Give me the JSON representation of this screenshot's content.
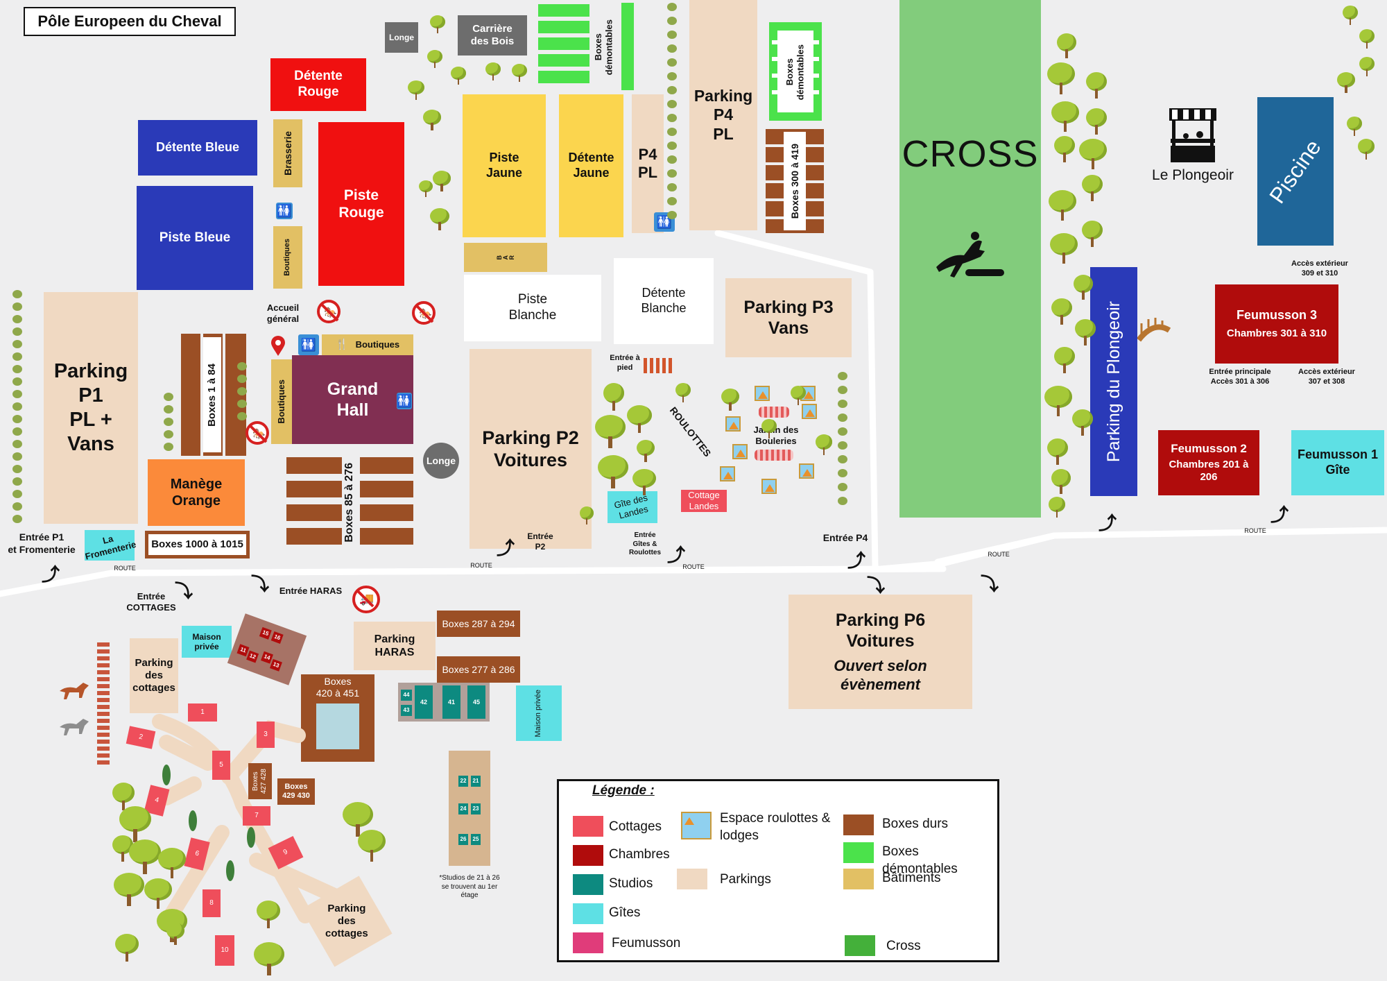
{
  "title": "Pôle Europeen du Cheval",
  "colors": {
    "cottage": "#ef4e5b",
    "chambre": "#b00c0c",
    "studio": "#0d8a80",
    "gite": "#5ee0e4",
    "feumusson": "#e03c7a",
    "parking": "#f0d9c2",
    "boxes_durs": "#9b4f25",
    "boxes_demontables": "#4be24b",
    "batiments": "#e2c064",
    "cross": "#44b03a",
    "cross_field": "#82cc7c",
    "bleu": "#2a3ab8",
    "rouge": "#f01010",
    "jaune": "#fbd54e",
    "orange": "#fb8a3a",
    "grand_hall": "#812f52",
    "piscine": "#1f6699",
    "longe": "#6d6d6d"
  },
  "areas": {
    "detente_rouge": "Détente\nRouge",
    "detente_bleue": "Détente Bleue",
    "piste_bleue": "Piste Bleue",
    "brasserie": "Brasserie",
    "boutiques_v1": "Boutiques",
    "piste_rouge": "Piste\nRouge",
    "longe_1": "Longe",
    "carriere": "Carrière\ndes Bois",
    "boxes_demontables_1": "Boxes\ndémontables",
    "boxes_demontables_2": "Boxes\ndémontables",
    "piste_jaune": "Piste\nJaune",
    "detente_jaune": "Détente\nJaune",
    "p4_pl_small": "P4\nPL",
    "parking_p4": "Parking\nP4\nPL",
    "bar": "B\nA\nR",
    "boxes_300_419": "Boxes 300 à 419",
    "cross": "CROSS",
    "le_plongeoir": "Le Plongeoir",
    "piscine": "Piscine",
    "piste_blanche": "Piste\nBlanche",
    "detente_blanche": "Détente\nBlanche",
    "parking_p3": "Parking P3\nVans",
    "parking_plongeoir": "Parking du Plongeoir",
    "acces_ext_309": "Accès extérieur\n309 et 310",
    "feumusson3_title": "Feumusson 3",
    "feumusson3_sub": "Chambres 301 à 310",
    "entree_principale": "Entrée principale\nAccès 301 à 306",
    "acces_ext_307": "Accès extérieur\n307 et 308",
    "feumusson2_title": "Feumusson 2",
    "feumusson2_sub": "Chambres 201 à\n206",
    "feumusson1": "Feumusson 1\nGîte",
    "parking_p1": "Parking\nP1\nPL +\nVans",
    "boxes_1_84": "Boxes 1 à 84",
    "accueil": "Accueil\ngénéral",
    "boutiques_h": "Boutiques",
    "boutiques_v2": "Boutiques",
    "grand_hall": "Grand\nHall",
    "longe_2": "Longe",
    "manege_orange": "Manège\nOrange",
    "boxes_85_276": "Boxes 85 à 276",
    "boxes_1000": "Boxes 1000 à 1015",
    "la_fromenterie": "La\nFromenterie",
    "parking_p2": "Parking P2\nVoitures",
    "entree_pied": "Entrée à\npied",
    "roulottes": "ROULOTTES",
    "jardin": "Jardin des\nBouleries",
    "gite_landes": "Gîte des\nLandes",
    "cottage_landes": "Cottage\nLandes",
    "entree_p1": "Entrée P1\net Fromenterie",
    "entree_p2": "Entrée\nP2",
    "entree_gites": "Entrée\nGîtes &\nRoulottes",
    "entree_p4": "Entrée P4",
    "route": "ROUTE",
    "entree_cottages": "Entrée\nCOTTAGES",
    "entree_haras": "Entrée HARAS",
    "maison_privee_1": "Maison\nprivée",
    "maison_privee_2": "Maison privée",
    "parking_cottages": "Parking\ndes\ncottages",
    "parking_haras": "Parking\nHARAS",
    "boxes_287_294": "Boxes 287 à 294",
    "boxes_277_286": "Boxes 277 à 286",
    "boxes_420_451": "Boxes\n420 à 451",
    "boxes_427_428": "Boxes\n427 428",
    "boxes_429_430": "Boxes\n429 430",
    "studios_note": "*Studios de 21 à 26\nse trouvent au 1er\nétage",
    "parking_p6": "Parking P6\nVoitures",
    "parking_p6_note": "Ouvert selon\névènement"
  },
  "chambres_small": [
    "15",
    "16",
    "11",
    "12",
    "14",
    "13"
  ],
  "studios_row": [
    "44",
    "43",
    "42",
    "41",
    "45"
  ],
  "studios_col": [
    "22",
    "21",
    "24",
    "23",
    "26",
    "25"
  ],
  "cottages": [
    "1",
    "2",
    "3",
    "4",
    "5",
    "6",
    "7",
    "8",
    "9",
    "10"
  ],
  "legend": {
    "title": "Légende :",
    "cottages": "Cottages",
    "chambres": "Chambres",
    "studios": "Studios",
    "gites": "Gîtes",
    "feumusson": "Feumusson",
    "roulottes": "Espace roulottes &\nlodges",
    "parkings": "Parkings",
    "boxes_durs": "Boxes durs",
    "boxes_demontables": "Boxes démontables",
    "batiments": "Bâtiments",
    "cross": "Cross"
  }
}
